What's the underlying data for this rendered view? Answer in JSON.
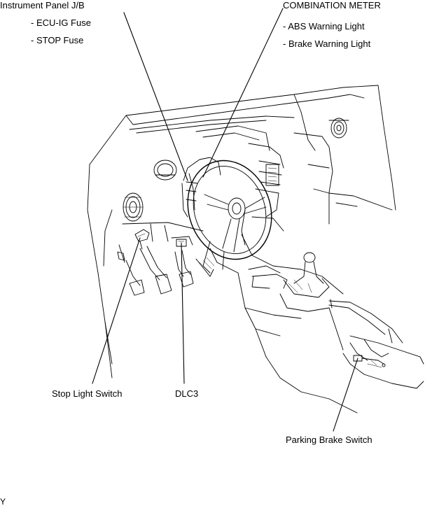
{
  "callouts": {
    "instrument_panel_jb": {
      "title": "Instrument Panel J/B",
      "items": [
        "- ECU-IG Fuse",
        "- STOP Fuse"
      ]
    },
    "combination_meter": {
      "title": "COMBINATION METER",
      "items": [
        "- ABS Warning Light",
        "- Brake Warning Light"
      ]
    },
    "stop_light_switch": "Stop Light Switch",
    "dlc3": "DLC3",
    "parking_brake_switch": "Parking Brake Switch"
  },
  "corner_mark": "Y"
}
